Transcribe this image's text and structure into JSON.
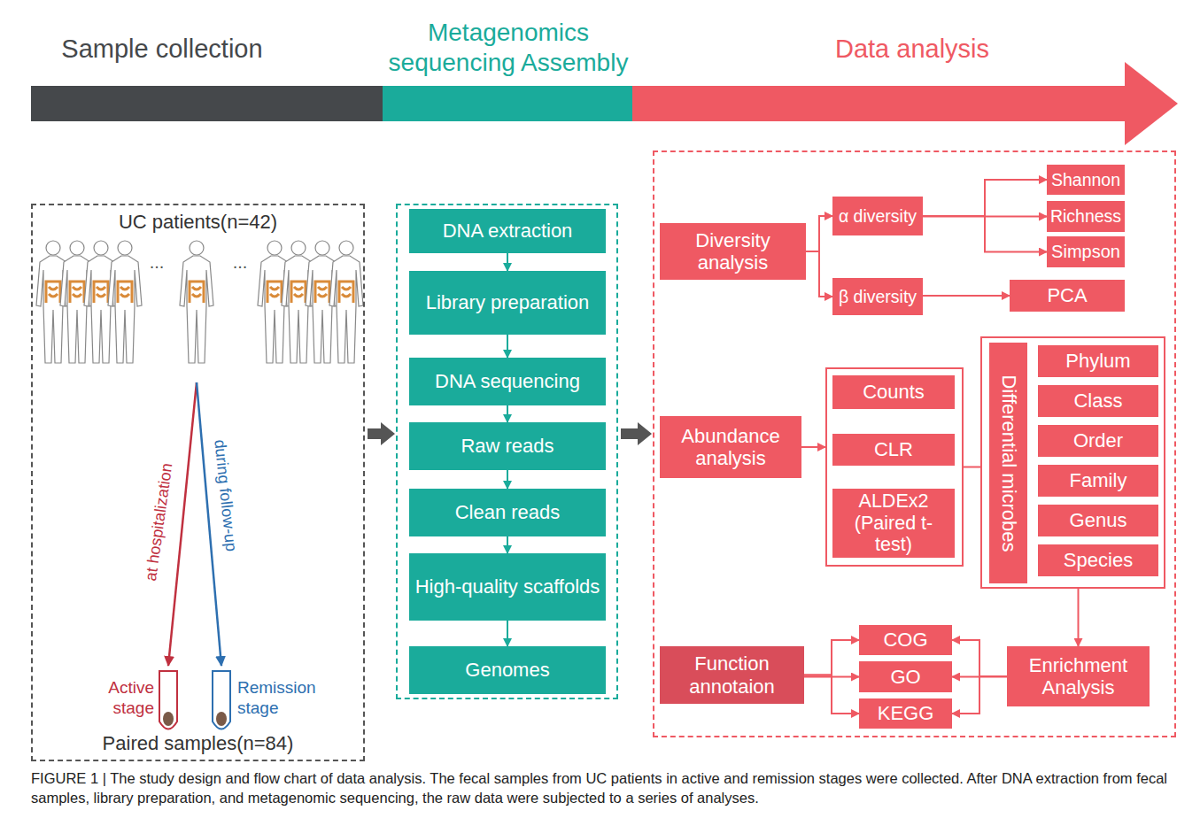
{
  "diagram": {
    "caption": "FIGURE 1 | The study design and flow chart of data analysis. The fecal samples from UC patients in active and remission stages were collected. After DNA extraction from fecal samples, library preparation, and metagenomic sequencing, the raw data were subjected to a series of analyses.",
    "nodes": [
      {
        "text": [
          "UC patients(n=42)",
          "Paired samples(n=84)"
        ]
      },
      {
        "text": []
      },
      {
        "text": [
          "DNA extraction"
        ],
        "in": 1
      },
      {
        "text": [
          "Library preparation"
        ],
        "in": 1
      },
      {
        "text": [
          "DNA sequencing"
        ],
        "in": 1
      },
      {
        "text": [
          "Raw reads"
        ],
        "in": 1
      },
      {
        "text": [
          "Clean reads"
        ],
        "in": 1
      },
      {
        "text": [
          "High-quality scaffolds"
        ],
        "in": 1
      },
      {
        "text": [
          "Genomes"
        ],
        "in": 1
      },
      {
        "text": []
      },
      {
        "text": [
          "Diversity analysis"
        ],
        "in": 9
      },
      {
        "text": [
          "α diversity"
        ],
        "in": 9
      },
      {
        "text": [
          "β diversity"
        ],
        "in": 9
      },
      {
        "text": [
          "Shannon"
        ],
        "in": 9
      },
      {
        "text": [
          "Richness"
        ],
        "in": 9
      },
      {
        "text": [
          "Simpson"
        ],
        "in": 9
      },
      {
        "text": [
          "PCA"
        ],
        "in": 9
      },
      {
        "text": [
          "Abundance analysis"
        ],
        "in": 9
      },
      {
        "text": [],
        "in": 9
      },
      {
        "text": [
          "Counts"
        ],
        "in": 18
      },
      {
        "text": [
          "CLR"
        ],
        "in": 18
      },
      {
        "text": [
          "ALDEx2 (Paired t-test)"
        ],
        "in": 18
      },
      {
        "text": [],
        "in": 9
      },
      {
        "text": [
          "Differential microbes"
        ],
        "in": 22
      },
      {
        "text": [
          "Phylum"
        ],
        "in": 22
      },
      {
        "text": [
          "Class"
        ],
        "in": 22
      },
      {
        "text": [
          "Order"
        ],
        "in": 22
      },
      {
        "text": [
          "Family"
        ],
        "in": 22
      },
      {
        "text": [
          "Genus"
        ],
        "in": 22
      },
      {
        "text": [
          "Species"
        ],
        "in": 22
      },
      {
        "text": [
          "Function annotaion"
        ],
        "in": 9
      },
      {
        "text": [
          "COG"
        ],
        "in": 9
      },
      {
        "text": [
          "GO"
        ],
        "in": 9
      },
      {
        "text": [
          "KEGG"
        ],
        "in": 9
      },
      {
        "text": [
          "Enrichment Analysis"
        ],
        "in": 9
      }
    ],
    "edges": [
      {
        "from": 0,
        "to": 1,
        "arrow": "to"
      },
      {
        "from": 1,
        "to": 9,
        "arrow": "to"
      },
      {
        "from": 2,
        "to": 3,
        "arrow": "to"
      },
      {
        "from": 3,
        "to": 4,
        "arrow": "to"
      },
      {
        "from": 4,
        "to": 5,
        "arrow": "to"
      },
      {
        "from": 5,
        "to": 6,
        "arrow": "to"
      },
      {
        "from": 6,
        "to": 7,
        "arrow": "to"
      },
      {
        "from": 7,
        "to": 8,
        "arrow": "to"
      },
      {
        "from": 10,
        "to": 11,
        "arrow": "to"
      },
      {
        "from": 10,
        "to": 12,
        "arrow": "to"
      },
      {
        "from": 11,
        "to": 13,
        "arrow": "to"
      },
      {
        "from": 11,
        "to": 14,
        "arrow": "to"
      },
      {
        "from": 11,
        "to": 15,
        "arrow": "to"
      },
      {
        "from": 12,
        "to": 16,
        "arrow": "to"
      },
      {
        "from": 17,
        "to": 18,
        "arrow": "to"
      },
      {
        "from": 19,
        "to": 20,
        "arrow": "to"
      },
      {
        "from": 20,
        "to": 21,
        "arrow": "to"
      },
      {
        "from": 18,
        "to": 23,
        "arrow": "to"
      },
      {
        "from": 23,
        "to": 24,
        "arrow": "to"
      },
      {
        "from": 23,
        "to": 25,
        "arrow": "to"
      },
      {
        "from": 23,
        "to": 26,
        "arrow": "to"
      },
      {
        "from": 23,
        "to": 27,
        "arrow": "to"
      },
      {
        "from": 23,
        "to": 28,
        "arrow": "to"
      },
      {
        "from": 23,
        "to": 29,
        "arrow": "to"
      },
      {
        "from": 22,
        "to": 34,
        "arrow": "to"
      },
      {
        "from": 30,
        "to": 31,
        "arrow": "to"
      },
      {
        "from": 30,
        "to": 32,
        "arrow": "to"
      },
      {
        "from": 30,
        "to": 33,
        "arrow": "to"
      },
      {
        "from": 34,
        "to": 31,
        "arrow": "to"
      },
      {
        "from": 34,
        "to": 32,
        "arrow": "to"
      },
      {
        "from": 34,
        "to": 33,
        "arrow": "to"
      }
    ],
    "labels": [
      "Sample collection",
      "Metagenomics sequencing Assembly",
      "Data analysis",
      "...",
      "...",
      "at hospitalization",
      "during follow-up",
      "Active stage",
      "Remission stage"
    ]
  }
}
